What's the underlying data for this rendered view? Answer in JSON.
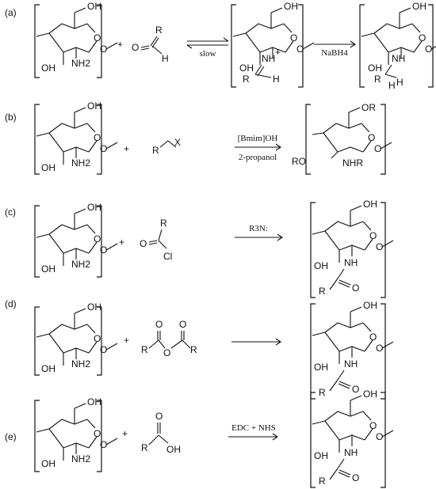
{
  "reactions": [
    {
      "label": "(a)",
      "reagent": [
        "R",
        "O",
        "H"
      ],
      "plus": "+",
      "eq_arrow_label": "slow",
      "intermediate": [
        "OH",
        "OH",
        "NH",
        "+",
        "O",
        "R",
        "H"
      ],
      "arrow_label": "NaBH4",
      "product": [
        "OH",
        "OH",
        "NH",
        "O",
        "R",
        "H",
        "H"
      ]
    },
    {
      "label": "(b)",
      "reagent": [
        "R",
        "X"
      ],
      "plus": "+",
      "arrow_label_top": "[Bmim]OH",
      "arrow_label_bottom": "2-propanol",
      "product": [
        "OR",
        "RO",
        "NHR",
        "O"
      ]
    },
    {
      "label": "(c)",
      "reagent": [
        "R",
        "O",
        "Cl"
      ],
      "plus": "+",
      "arrow_label": "R3N:",
      "product": [
        "OH",
        "OH",
        "NH",
        "O",
        "R",
        "O"
      ]
    },
    {
      "label": "(d)",
      "reagent": [
        "O",
        "O",
        "R",
        "O",
        "R"
      ],
      "plus": "+",
      "product": [
        "OH",
        "OH",
        "NH",
        "O",
        "R",
        "O"
      ]
    },
    {
      "label": "(e)",
      "reagent": [
        "O",
        "R",
        "OH"
      ],
      "plus": "+",
      "arrow_label": "EDC + NHS",
      "product": [
        "OH",
        "OH",
        "NH",
        "O",
        "R",
        "O"
      ]
    }
  ],
  "chitosan_unit": [
    "OH",
    "OH",
    "NH2",
    "O"
  ]
}
